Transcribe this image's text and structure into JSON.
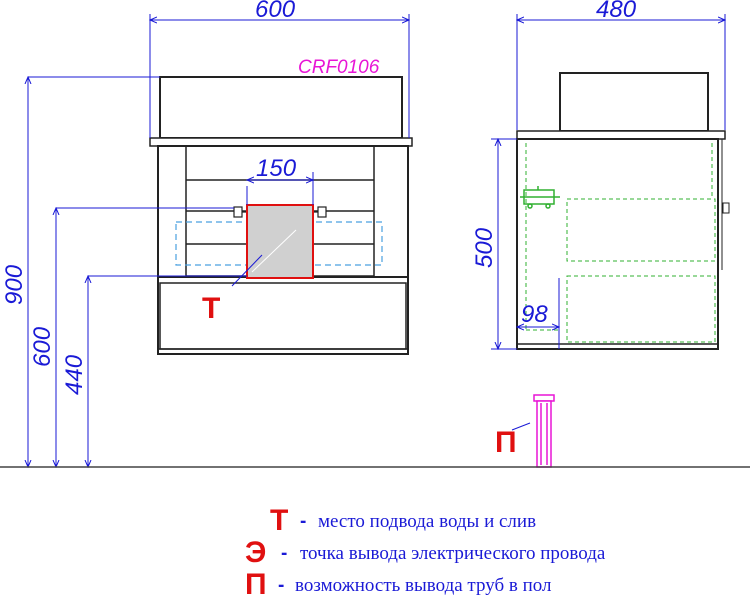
{
  "dimensions": {
    "front_width": "600",
    "side_depth": "480",
    "model_code": "CRF0106",
    "basin_width": "150",
    "height_total": "900",
    "height_600": "600",
    "height_440": "440",
    "side_height": "500",
    "side_offset": "98"
  },
  "markers": {
    "t": "Т",
    "p": "П"
  },
  "legend": [
    {
      "symbol": "Т",
      "separator": "-",
      "text": "место подвода воды и слив",
      "color": "#e01010"
    },
    {
      "symbol": "Э",
      "separator": "-",
      "text": "точка вывода электрического провода",
      "color": "#e01010"
    },
    {
      "symbol": "П",
      "separator": "-",
      "text": "возможность вывода труб в пол",
      "color": "#e01010"
    }
  ],
  "colors": {
    "dimension": "#1a1ad6",
    "outline": "#222222",
    "water_point": "#e01010",
    "pipe": "#e815d6",
    "hidden": "#30b030",
    "dashed_blue": "#4aa0e0"
  }
}
